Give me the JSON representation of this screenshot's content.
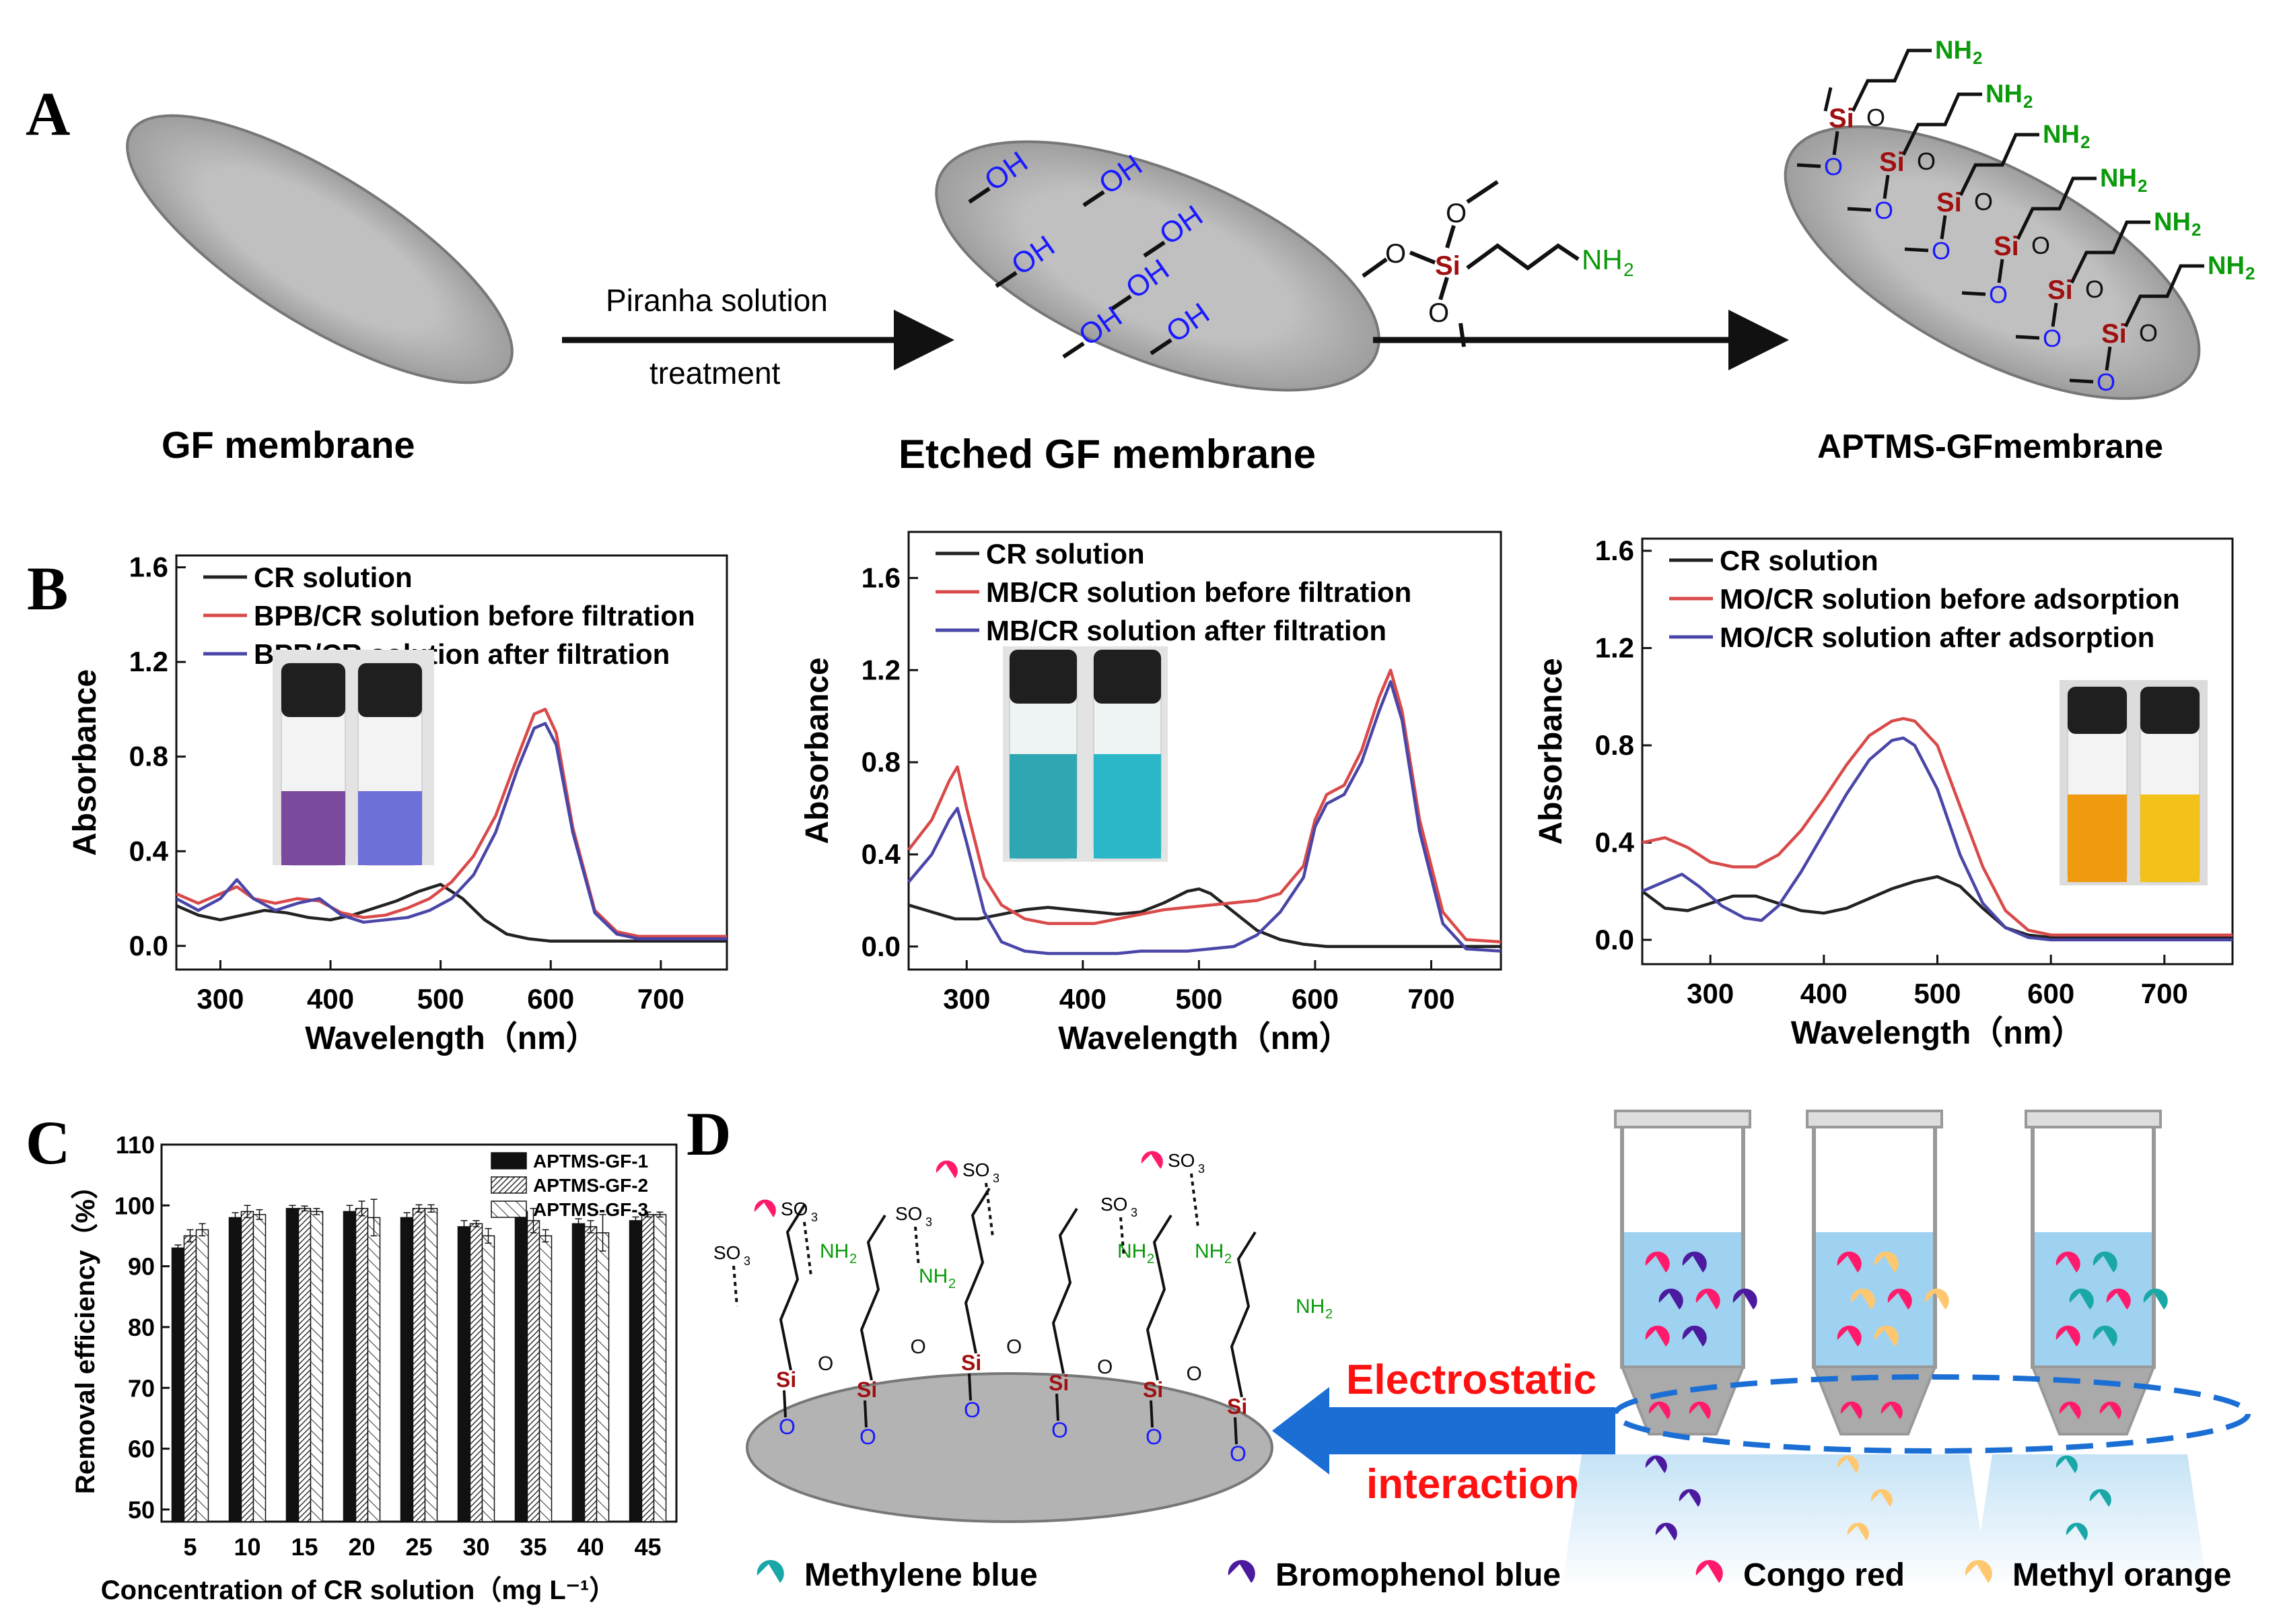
{
  "panel_letters": {
    "a": "A",
    "b": "B",
    "c": "C",
    "d": "D"
  },
  "scheme_a": {
    "gf_label": "GF membrane",
    "etched_label": "Etched GF membrane",
    "aptms_label": "APTMS-GFmembrane",
    "arrow1_top": "Piranha solution",
    "arrow1_bottom": "treatment",
    "oh": "OH",
    "si": "Si",
    "o": "O",
    "nh2": "NH",
    "nh2_sub": "2",
    "colors": {
      "membrane": "#bdbdbd",
      "oh": "#1a1aff",
      "si": "#a01010",
      "nh2": "#0a9a0a"
    }
  },
  "panel_d": {
    "electrostatic_1": "Electrostatic",
    "electrostatic_2": "interaction",
    "so3": "SO",
    "so3_sub": "3",
    "legend": [
      {
        "label": "Methylene blue",
        "color": "#1aa7a7"
      },
      {
        "label": "Bromophenol blue",
        "color": "#4b1a9e"
      },
      {
        "label": "Congo red",
        "color": "#ff1a6b"
      },
      {
        "label": "Methyl orange",
        "color": "#ffc870"
      }
    ],
    "colors": {
      "arrow": "#1b6fd4",
      "text": "#ff1111",
      "water": "#9fd2f0"
    }
  },
  "chart_data": [
    {
      "type": "line",
      "panel": "B-1",
      "xlabel": "Wavelength（nm）",
      "ylabel": "Absorbance",
      "xlim": [
        260,
        760
      ],
      "ylim": [
        -0.1,
        1.65
      ],
      "xticks": [
        300,
        400,
        500,
        600,
        700
      ],
      "yticks": [
        "0.0",
        "0.4",
        "0.8",
        "1.2",
        "1.6"
      ],
      "legend_position": "top",
      "series": [
        {
          "name": "CR solution",
          "color": "#222222",
          "x": [
            260,
            280,
            300,
            320,
            340,
            360,
            380,
            400,
            420,
            440,
            460,
            480,
            500,
            520,
            540,
            560,
            580,
            600,
            620,
            640,
            660,
            680,
            700,
            720,
            740,
            760
          ],
          "y": [
            0.17,
            0.13,
            0.11,
            0.13,
            0.15,
            0.14,
            0.12,
            0.11,
            0.13,
            0.16,
            0.19,
            0.23,
            0.26,
            0.2,
            0.11,
            0.05,
            0.03,
            0.02,
            0.02,
            0.02,
            0.02,
            0.02,
            0.02,
            0.02,
            0.02,
            0.02
          ]
        },
        {
          "name": "BPB/CR solution before filtration",
          "color": "#d94a4a",
          "x": [
            260,
            280,
            300,
            315,
            330,
            350,
            370,
            390,
            410,
            430,
            450,
            470,
            490,
            510,
            530,
            550,
            570,
            585,
            595,
            605,
            620,
            640,
            660,
            680,
            700,
            720,
            760
          ],
          "y": [
            0.22,
            0.18,
            0.22,
            0.25,
            0.2,
            0.18,
            0.2,
            0.19,
            0.14,
            0.12,
            0.13,
            0.16,
            0.2,
            0.27,
            0.38,
            0.55,
            0.8,
            0.98,
            1.0,
            0.9,
            0.5,
            0.15,
            0.06,
            0.04,
            0.04,
            0.04,
            0.04
          ]
        },
        {
          "name": "BPB/CR solution after filtration",
          "color": "#4a46a8",
          "x": [
            260,
            280,
            300,
            315,
            330,
            350,
            370,
            390,
            410,
            430,
            450,
            470,
            490,
            510,
            530,
            550,
            570,
            585,
            595,
            605,
            620,
            640,
            660,
            680,
            700,
            720,
            760
          ],
          "y": [
            0.2,
            0.15,
            0.2,
            0.28,
            0.2,
            0.15,
            0.18,
            0.2,
            0.13,
            0.1,
            0.11,
            0.12,
            0.15,
            0.2,
            0.3,
            0.48,
            0.75,
            0.92,
            0.94,
            0.85,
            0.48,
            0.14,
            0.05,
            0.03,
            0.03,
            0.03,
            0.03
          ]
        }
      ]
    },
    {
      "type": "line",
      "panel": "B-2",
      "xlabel": "Wavelength（nm）",
      "ylabel": "Absorbance",
      "xlim": [
        250,
        760
      ],
      "ylim": [
        -0.1,
        1.8
      ],
      "xticks": [
        300,
        400,
        500,
        600,
        700
      ],
      "yticks": [
        "0.0",
        "0.4",
        "0.8",
        "1.2",
        "1.6"
      ],
      "legend_position": "top",
      "series": [
        {
          "name": "CR solution",
          "color": "#222222",
          "x": [
            250,
            270,
            290,
            310,
            330,
            350,
            370,
            390,
            410,
            430,
            450,
            470,
            490,
            500,
            510,
            530,
            550,
            570,
            590,
            610,
            630,
            650,
            670,
            700,
            730,
            760
          ],
          "y": [
            0.18,
            0.15,
            0.12,
            0.12,
            0.14,
            0.16,
            0.17,
            0.16,
            0.15,
            0.14,
            0.15,
            0.19,
            0.24,
            0.25,
            0.23,
            0.15,
            0.07,
            0.03,
            0.01,
            0.0,
            0.0,
            0.0,
            0.0,
            0.0,
            0.0,
            0.0
          ]
        },
        {
          "name": "MB/CR solution before filtration",
          "color": "#d94a4a",
          "x": [
            250,
            270,
            285,
            292,
            300,
            315,
            330,
            350,
            370,
            390,
            410,
            430,
            450,
            470,
            490,
            510,
            530,
            550,
            570,
            590,
            600,
            610,
            625,
            640,
            655,
            665,
            675,
            690,
            710,
            730,
            760
          ],
          "y": [
            0.42,
            0.55,
            0.72,
            0.78,
            0.6,
            0.3,
            0.18,
            0.12,
            0.1,
            0.1,
            0.1,
            0.12,
            0.14,
            0.16,
            0.17,
            0.18,
            0.19,
            0.2,
            0.23,
            0.35,
            0.55,
            0.66,
            0.7,
            0.85,
            1.08,
            1.2,
            1.02,
            0.55,
            0.15,
            0.03,
            0.02
          ]
        },
        {
          "name": "MB/CR solution after filtration",
          "color": "#4a46a8",
          "x": [
            250,
            270,
            285,
            292,
            300,
            315,
            330,
            350,
            370,
            390,
            410,
            430,
            450,
            470,
            490,
            510,
            530,
            550,
            570,
            590,
            600,
            610,
            625,
            640,
            655,
            665,
            675,
            690,
            710,
            730,
            760
          ],
          "y": [
            0.28,
            0.4,
            0.55,
            0.6,
            0.45,
            0.15,
            0.02,
            -0.02,
            -0.03,
            -0.03,
            -0.03,
            -0.03,
            -0.02,
            -0.02,
            -0.02,
            -0.01,
            0.0,
            0.05,
            0.15,
            0.3,
            0.52,
            0.62,
            0.66,
            0.8,
            1.02,
            1.15,
            0.98,
            0.5,
            0.1,
            -0.01,
            -0.02
          ]
        }
      ]
    },
    {
      "type": "line",
      "panel": "B-3",
      "xlabel": "Wavelength（nm）",
      "ylabel": "Absorbance",
      "xlim": [
        240,
        760
      ],
      "ylim": [
        -0.1,
        1.65
      ],
      "xticks": [
        300,
        400,
        500,
        600,
        700
      ],
      "yticks": [
        "0.0",
        "0.4",
        "0.8",
        "1.2",
        "1.6"
      ],
      "legend_position": "top",
      "series": [
        {
          "name": "CR solution",
          "color": "#222222",
          "x": [
            240,
            260,
            280,
            300,
            320,
            340,
            360,
            380,
            400,
            420,
            440,
            460,
            480,
            500,
            520,
            540,
            560,
            580,
            600,
            640,
            680,
            720,
            760
          ],
          "y": [
            0.2,
            0.13,
            0.12,
            0.15,
            0.18,
            0.18,
            0.15,
            0.12,
            0.11,
            0.13,
            0.17,
            0.21,
            0.24,
            0.26,
            0.22,
            0.13,
            0.05,
            0.02,
            0.01,
            0.01,
            0.01,
            0.01,
            0.01
          ]
        },
        {
          "name": "MO/CR solution before adsorption",
          "color": "#d94a4a",
          "x": [
            240,
            260,
            280,
            300,
            320,
            340,
            360,
            380,
            400,
            420,
            440,
            460,
            470,
            480,
            500,
            520,
            540,
            560,
            580,
            600,
            640,
            680,
            720,
            760
          ],
          "y": [
            0.4,
            0.42,
            0.38,
            0.32,
            0.3,
            0.3,
            0.35,
            0.45,
            0.58,
            0.72,
            0.84,
            0.9,
            0.91,
            0.9,
            0.8,
            0.55,
            0.3,
            0.12,
            0.04,
            0.02,
            0.02,
            0.02,
            0.02,
            0.02
          ]
        },
        {
          "name": "MO/CR solution after adsorption",
          "color": "#4a46a8",
          "x": [
            240,
            260,
            275,
            290,
            310,
            330,
            345,
            360,
            380,
            400,
            420,
            440,
            460,
            470,
            480,
            500,
            520,
            540,
            560,
            580,
            600,
            640,
            680,
            720,
            760
          ],
          "y": [
            0.2,
            0.24,
            0.27,
            0.22,
            0.14,
            0.09,
            0.08,
            0.14,
            0.28,
            0.44,
            0.6,
            0.74,
            0.82,
            0.83,
            0.8,
            0.62,
            0.35,
            0.15,
            0.05,
            0.01,
            0.0,
            0.0,
            0.0,
            0.0,
            0.0
          ]
        }
      ]
    },
    {
      "type": "bar",
      "panel": "C",
      "xlabel": "Concentration of CR solution（mg L⁻¹）",
      "ylabel": "Removal efficiency（%）",
      "ylim": [
        48,
        110
      ],
      "yticks": [
        50,
        60,
        70,
        80,
        90,
        100,
        110
      ],
      "categories": [
        "5",
        "10",
        "15",
        "20",
        "25",
        "30",
        "35",
        "40",
        "45"
      ],
      "legend_position": "top-right",
      "series": [
        {
          "name": "APTMS-GF-1",
          "pattern": "solid",
          "values": [
            93,
            98,
            99.5,
            99,
            98,
            96.5,
            99,
            97,
            97.5
          ],
          "errors": [
            0.5,
            0.8,
            0.5,
            1.0,
            0.8,
            1.0,
            1.2,
            0.8,
            0.6
          ]
        },
        {
          "name": "APTMS-GF-2",
          "pattern": "dense",
          "values": [
            95,
            99,
            99.5,
            99.5,
            99.5,
            97,
            97.5,
            96.5,
            98.5
          ],
          "errors": [
            1.0,
            1.0,
            0.4,
            1.2,
            0.6,
            0.5,
            2.0,
            1.0,
            0.4
          ]
        },
        {
          "name": "APTMS-GF-3",
          "pattern": "hatch",
          "values": [
            96,
            98.5,
            99,
            98,
            99.5,
            95,
            95,
            95.5,
            98.5
          ],
          "errors": [
            1.0,
            0.8,
            0.5,
            3.0,
            0.6,
            1.2,
            1.0,
            3.0,
            0.4
          ]
        }
      ]
    }
  ]
}
